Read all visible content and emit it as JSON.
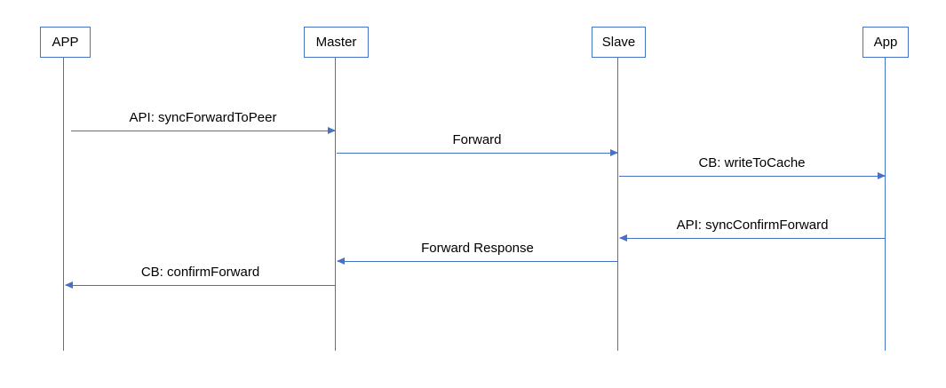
{
  "diagram": {
    "type": "sequence-diagram",
    "accent_color": "#4472C4",
    "background_color": "#ffffff",
    "text_color": "#000000",
    "actors": [
      {
        "label": "APP"
      },
      {
        "label": "Master"
      },
      {
        "label": "Slave"
      },
      {
        "label": "App"
      }
    ],
    "messages": [
      {
        "label": "API: syncForwardToPeer",
        "from": "APP",
        "to": "Master",
        "direction": "right"
      },
      {
        "label": "Forward",
        "from": "Master",
        "to": "Slave",
        "direction": "right"
      },
      {
        "label": "CB: writeToCache",
        "from": "Slave",
        "to": "App",
        "direction": "right"
      },
      {
        "label": "API: syncConfirmForward",
        "from": "App",
        "to": "Slave",
        "direction": "left"
      },
      {
        "label": "Forward Response",
        "from": "Slave",
        "to": "Master",
        "direction": "left"
      },
      {
        "label": "CB: confirmForward",
        "from": "Master",
        "to": "APP",
        "direction": "left"
      }
    ]
  }
}
